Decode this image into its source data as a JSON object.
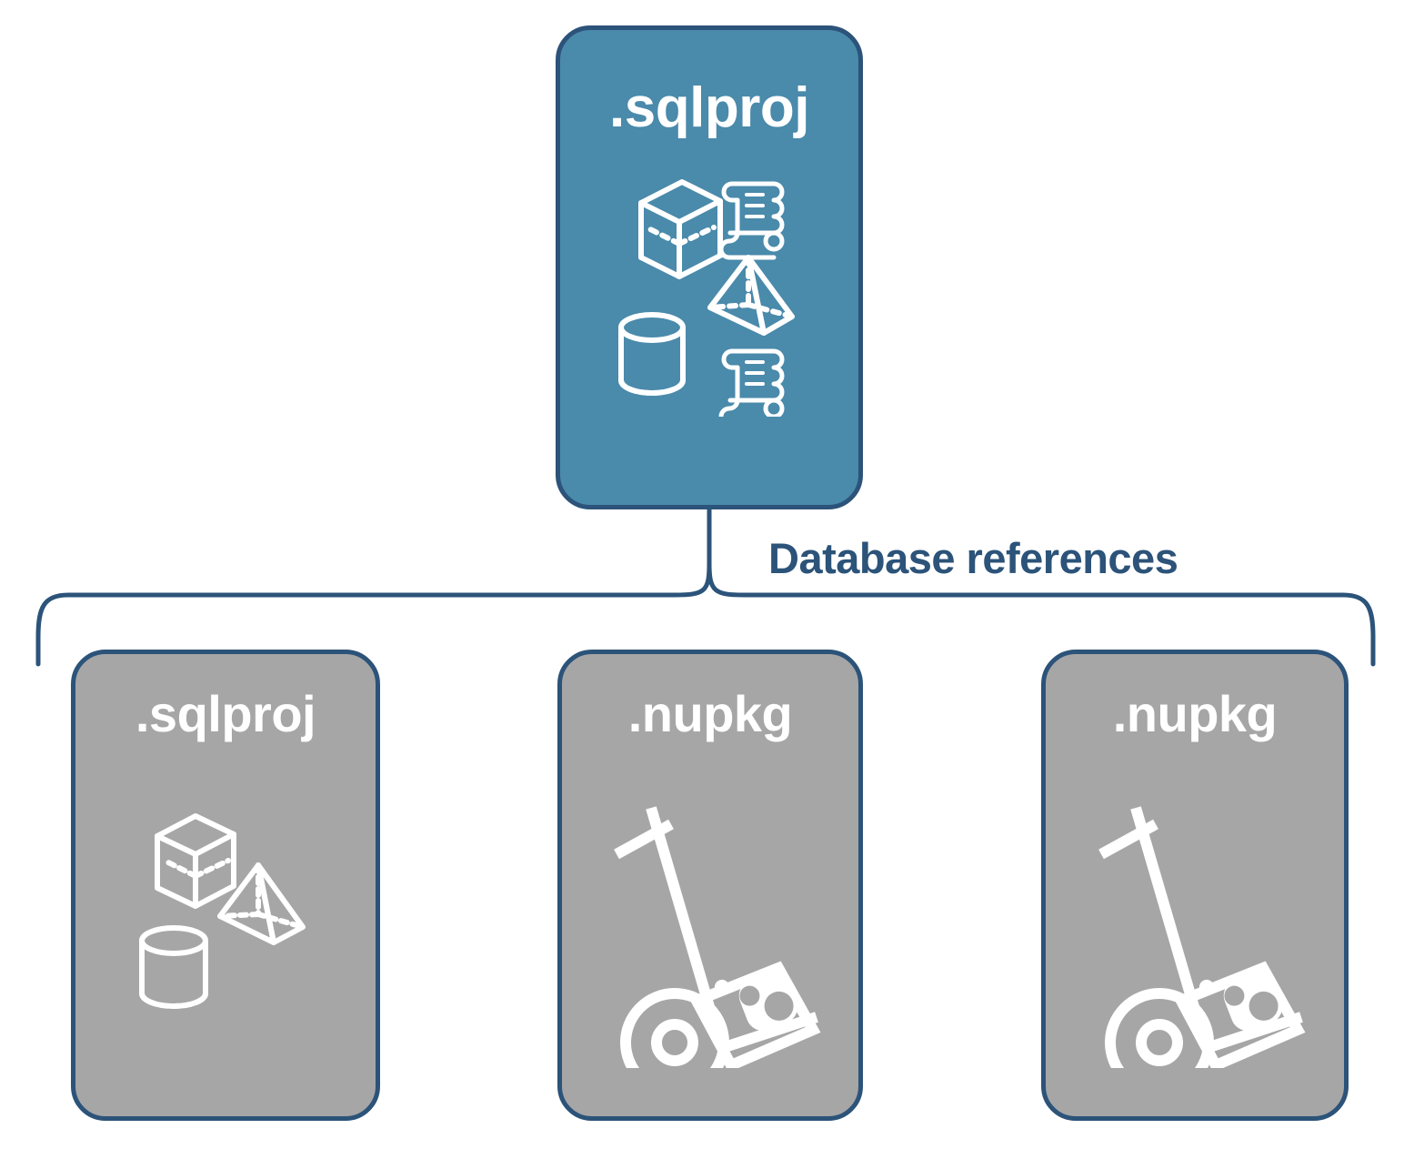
{
  "diagram": {
    "title_text": "Database references",
    "colors": {
      "accent_blue_fill": "#4a8aab",
      "node_border": "#2c5379",
      "gray_fill": "#a6a6a6",
      "label_text": "#2c5379",
      "icon_white": "#ffffff",
      "background": "#ffffff"
    },
    "root": {
      "label": ".sqlproj",
      "icons": [
        "cube-icon",
        "scroll-icon",
        "pyramid-icon",
        "cylinder-icon",
        "scroll-icon"
      ]
    },
    "connector": {
      "label": "Database references",
      "type": "curly-brace-bracket"
    },
    "children": [
      {
        "label": ".sqlproj",
        "icons": [
          "cube-icon",
          "pyramid-icon",
          "cylinder-icon"
        ]
      },
      {
        "label": ".nupkg",
        "icons": [
          "hand-truck-package-icon"
        ]
      },
      {
        "label": ".nupkg",
        "icons": [
          "hand-truck-package-icon"
        ]
      }
    ]
  }
}
